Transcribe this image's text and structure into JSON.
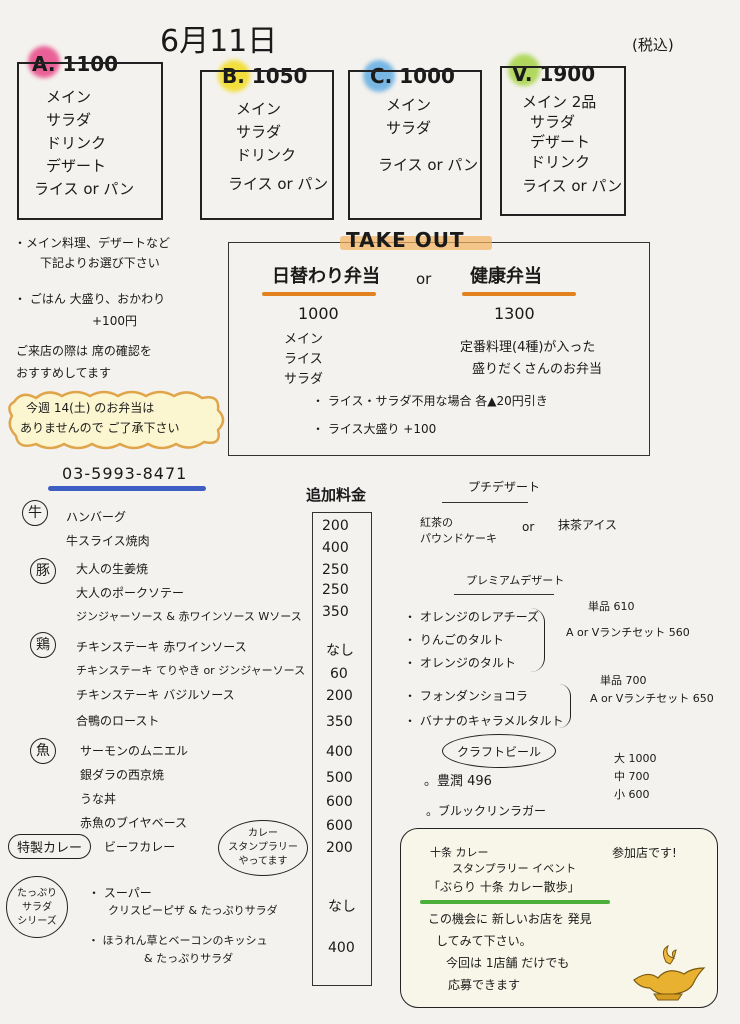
{
  "header": {
    "date": "6月11日",
    "tax": "(税込)"
  },
  "sets": [
    {
      "label": "A. 1100",
      "color": "#e6307a",
      "items": [
        "メイン",
        "サラダ",
        "ドリンク",
        "デザート",
        "ライス or パン"
      ]
    },
    {
      "label": "B. 1050",
      "color": "#f2d900",
      "items": [
        "メイン",
        "サラダ",
        "ドリンク",
        "ライス or パン"
      ]
    },
    {
      "label": "C. 1000",
      "color": "#4fa3e0",
      "items": [
        "メイン",
        "サラダ",
        "ライス or パン"
      ]
    },
    {
      "label": "V. 1900",
      "color": "#9ccf2e",
      "items": [
        "メイン 2品",
        "サラダ",
        "デザート",
        "ドリンク",
        "ライス or パン"
      ]
    }
  ],
  "notes": {
    "n1a": "・メイン料理、デザートなど",
    "n1b": "下記よりお選び下さい",
    "n2a": "・ ごはん 大盛り、おかわり",
    "n2b": "+100円",
    "n3a": "ご来店の際は 席の確認を",
    "n3b": "おすすめしてます",
    "notice_a": "今週 14(土) のお弁当は",
    "notice_b": "ありませんので ご了承下さい",
    "phone": "03-5993-8471"
  },
  "takeout": {
    "title": "TAKE OUT",
    "bento1_name": "日替わり弁当",
    "or": "or",
    "bento2_name": "健康弁当",
    "bento1_price": "1000",
    "bento2_price": "1300",
    "bento1_items": [
      "メイン",
      "ライス",
      "サラダ"
    ],
    "bento2_desc_a": "定番料理(4種)が入った",
    "bento2_desc_b": "盛りだくさんのお弁当",
    "option1": "・ ライス・サラダ不用な場合 各▲20円引き",
    "option2": "・ ライス大盛り +100"
  },
  "menu": {
    "fee_header": "追加料金",
    "sections": [
      {
        "badge": "牛",
        "items": [
          {
            "name": "ハンバーグ",
            "fee": "200"
          },
          {
            "name": "牛スライス焼肉",
            "fee": "400"
          }
        ]
      },
      {
        "badge": "豚",
        "items": [
          {
            "name": "大人の生姜焼",
            "fee": "250"
          },
          {
            "name": "大人のポークソテー",
            "fee": "250"
          },
          {
            "name": "ジンジャーソース & 赤ワインソース Wソース",
            "fee": "350"
          }
        ]
      },
      {
        "badge": "鶏",
        "items": [
          {
            "name": "チキンステーキ 赤ワインソース",
            "fee": "なし"
          },
          {
            "name": "チキンステーキ てりやき or ジンジャーソース",
            "fee": "60"
          },
          {
            "name": "チキンステーキ バジルソース",
            "fee": "200"
          },
          {
            "name": "合鴨のロースト",
            "fee": "350"
          }
        ]
      },
      {
        "badge": "魚",
        "items": [
          {
            "name": "サーモンのムニエル",
            "fee": "400"
          },
          {
            "name": "銀ダラの西京焼",
            "fee": "500"
          },
          {
            "name": "うな丼",
            "fee": "600"
          },
          {
            "name": "赤魚のブイヤベース",
            "fee": "600"
          }
        ]
      }
    ],
    "curry_badge": "特製カレー",
    "curry_name": "ビーフカレー",
    "curry_fee": "200",
    "curry_bubble_a": "カレー",
    "curry_bubble_b": "スタンプラリー",
    "curry_bubble_c": "やってます",
    "salad_badge_a": "たっぷり",
    "salad_badge_b": "サラダ",
    "salad_badge_c": "シリーズ",
    "salad1_a": "・ スーパー",
    "salad1_b": "クリスピーピザ & たっぷりサラダ",
    "salad1_fee": "なし",
    "salad2_a": "・ ほうれん草とベーコンのキッシュ",
    "salad2_b": "& たっぷりサラダ",
    "salad2_fee": "400"
  },
  "desserts": {
    "petit_title": "プチデザート",
    "petit_a": "紅茶の",
    "petit_b": "パウンドケーキ",
    "petit_or": "or",
    "petit_c": "抹茶アイス",
    "premium_title": "プレミアムデザート",
    "group1": [
      "・ オレンジのレアチーズ",
      "・ りんごのタルト",
      "・ オレンジのタルト"
    ],
    "group1_single": "単品 610",
    "group1_set": "A or Vランチセット 560",
    "group2": [
      "・ フォンダンショコラ",
      "・ バナナのキャラメルタルト"
    ],
    "group2_single": "単品 700",
    "group2_set": "A or Vランチセット 650"
  },
  "beer": {
    "title": "クラフトビール",
    "item1": "。豊潤 496",
    "item2": "。ブルックリンラガー",
    "size_l": "大 1000",
    "size_m": "中 700",
    "size_s": "小 600"
  },
  "event": {
    "line1": "十条 カレー",
    "line2": "スタンプラリー イベント",
    "line3": "「ぶらり 十条 カレー散歩」",
    "joining": "参加店です!",
    "line4": "この機会に 新しいお店を 発見",
    "line5": "してみて下さい。",
    "line6": "今回は 1店舗 だけでも",
    "line7": "応募できます"
  }
}
